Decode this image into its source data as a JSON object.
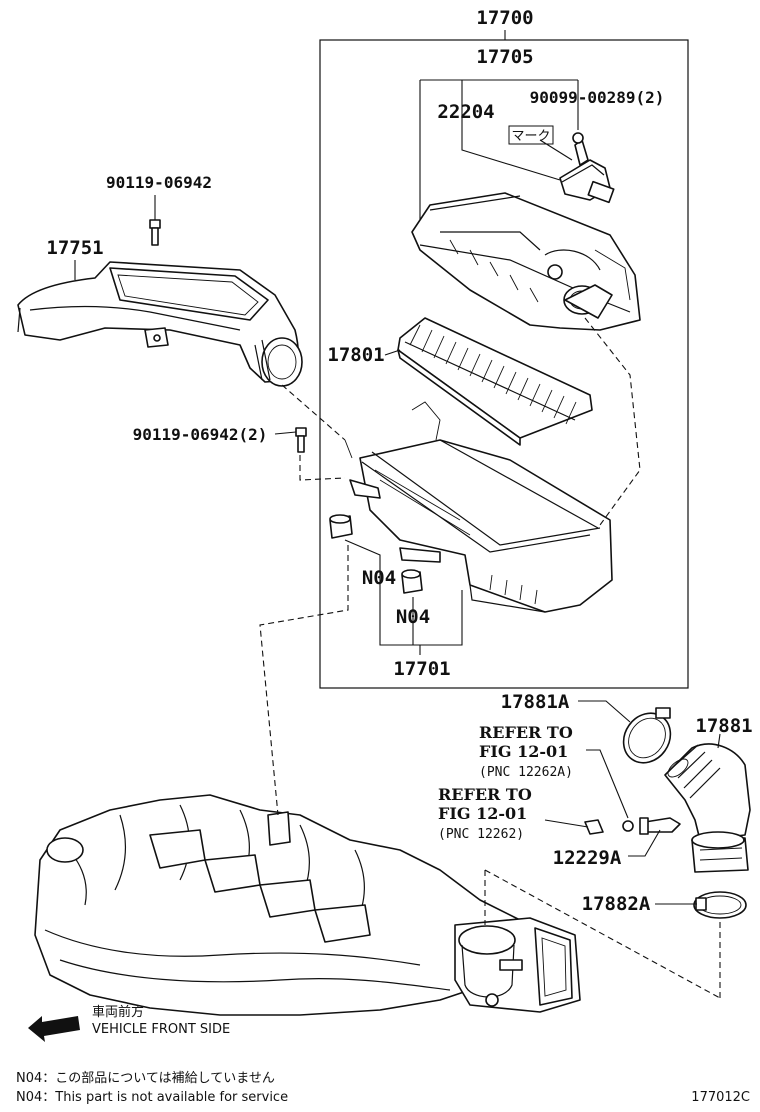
{
  "labels": {
    "assembly": "17700",
    "cap_subassy": "17705",
    "mass_air_sensor": "22204",
    "sensor_screw": "90099-00289(2)",
    "mark_tag": "マーク",
    "bolt_upper": "90119-06942",
    "inlet_duct": "17751",
    "element": "17801",
    "bolt_lower": "90119-06942(2)",
    "grommet_a": "N04",
    "grommet_b": "N04",
    "case": "17701",
    "clamp_upper": "17881A",
    "outlet_hose": "17881",
    "refer1_line1": "REFER TO",
    "refer1_line2": "FIG 12-01",
    "refer1_line3": "(PNC 12262A)",
    "refer2_line1": "REFER TO",
    "refer2_line2": "FIG 12-01",
    "refer2_line3": "(PNC 12262)",
    "nipple": "12229A",
    "clamp_lower": "17882A"
  },
  "front_direction": {
    "jp": "車両前方",
    "en": "VEHICLE FRONT SIDE"
  },
  "notes": {
    "jp": "N04：この部品については補給していません",
    "en": "N04：This part is not available for service"
  },
  "figure_code": "177012C"
}
